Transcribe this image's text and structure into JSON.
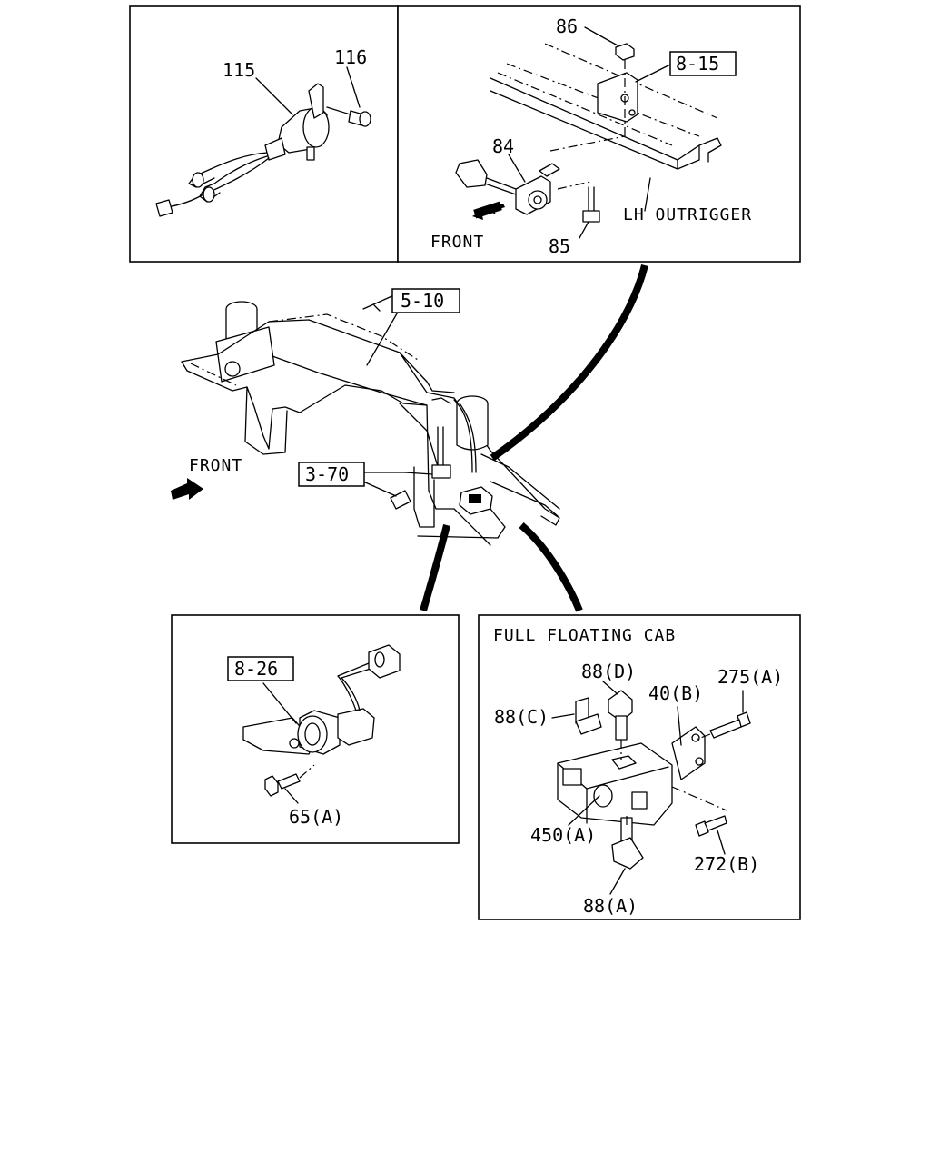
{
  "panels": {
    "top_left": {
      "part_a": "115",
      "part_b": "116"
    },
    "top_right": {
      "part_nut": "86",
      "ref_bracket": "8-15",
      "part_sensor": "84",
      "part_bolt": "85",
      "label_outrigger": "LH OUTRIGGER",
      "label_front": "FRONT"
    },
    "center": {
      "ref_frame": "5-10",
      "ref_pipe": "3-70",
      "label_front": "FRONT"
    },
    "bottom_left": {
      "ref_valve": "8-26",
      "part_bolt": "65(A)"
    },
    "bottom_right": {
      "heading": "FULL FLOATING CAB",
      "part_d": "88(D)",
      "part_c": "88(C)",
      "part_bracket": "40(B)",
      "part_bolt_top": "275(A)",
      "part_block": "450(A)",
      "part_bolt_bottom": "272(B)",
      "part_a": "88(A)"
    }
  }
}
